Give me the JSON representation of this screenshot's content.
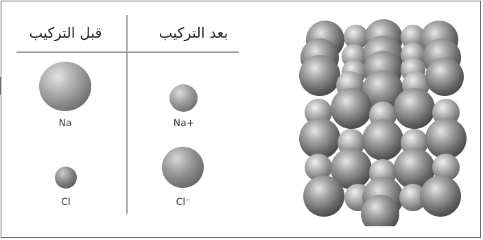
{
  "headers": {
    "after": "بعد التركيب",
    "before": "قبل التركيب"
  },
  "ions": {
    "na_atom": "Na",
    "cl_atom": "Cl",
    "na_ion": "Na+",
    "cl_ion": "Cl⁻"
  },
  "colors": {
    "sphere_light": "#d4d4d4",
    "sphere_mid": "#8a8a8a",
    "sphere_dark": "#4a4a4a",
    "divider": "#9a9a9a"
  }
}
